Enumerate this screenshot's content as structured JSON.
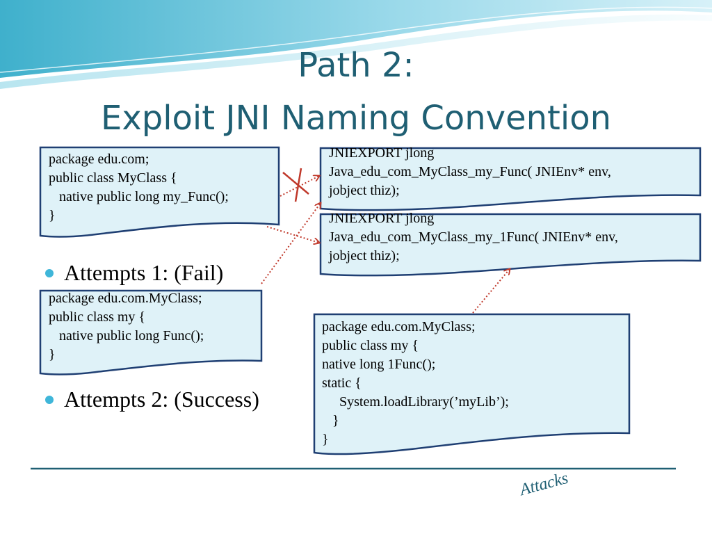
{
  "title": {
    "line1": "Path 2:",
    "line2": "Exploit JNI Naming Convention"
  },
  "code_boxes": {
    "java_original": [
      "package edu.com;",
      "public class MyClass {",
      "   native public long my_Func();",
      "}"
    ],
    "native_func_1": [
      "JNIEXPORT jlong",
      "Java_edu_com_MyClass_my_Func( JNIEnv* env,",
      "jobject thiz);"
    ],
    "native_func_2": [
      "JNIEXPORT jlong",
      "Java_edu_com_MyClass_my_1Func( JNIEnv* env,",
      "jobject thiz);"
    ],
    "java_attempt_1": [
      "package edu.com.MyClass;",
      "public class my {",
      "   native public long Func();",
      "}"
    ],
    "java_attempt_2": [
      "package edu.com.MyClass;",
      "public class my {",
      "native long 1Func();",
      "static {",
      "     System.loadLibrary(’myLib’);",
      "   }",
      "}"
    ]
  },
  "bullets": {
    "attempt_1": "Attempts 1: (Fail)",
    "attempt_2": "Attempts 2: (Success)"
  },
  "footer": "Attacks",
  "colors": {
    "title": "#1f5f73",
    "box_fill": "#dff2f8",
    "box_border": "#1f3f73",
    "arrow": "#c0392b",
    "bullet": "#3fb6d9",
    "rule": "#1f5f73"
  },
  "icons": {
    "fail_mark": "x-mark-icon",
    "arrows": "dotted-arrow-icon"
  }
}
